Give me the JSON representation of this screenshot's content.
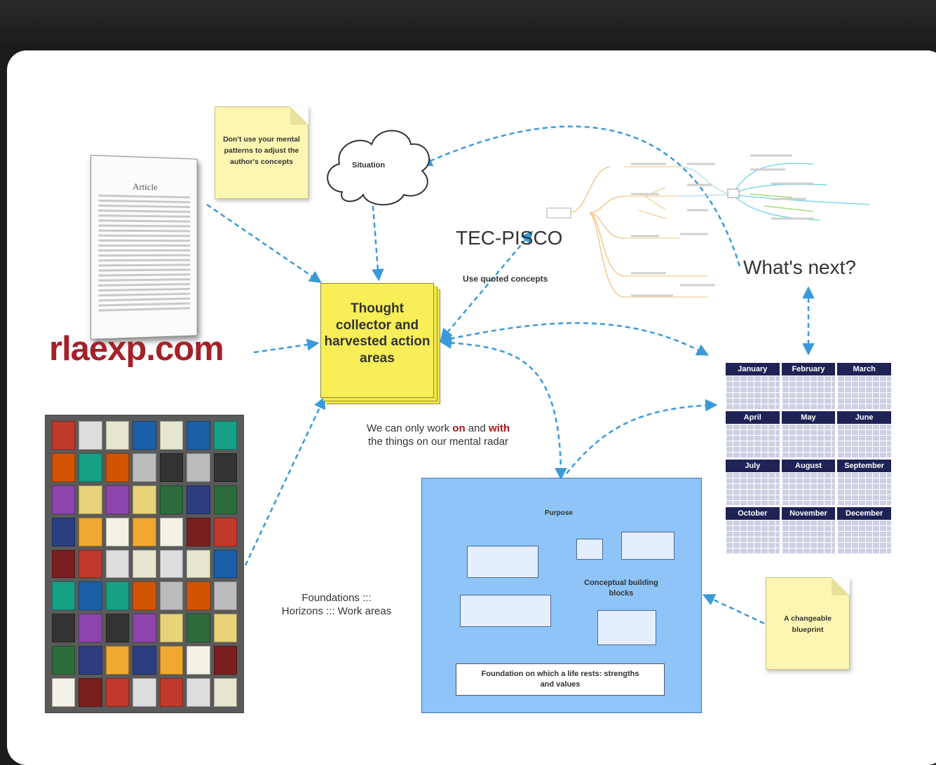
{
  "article": {
    "title": "Article"
  },
  "note_patterns": {
    "text": "Don't use your mental patterns to adjust the author's concepts"
  },
  "situation": {
    "label": "Situation"
  },
  "tec_pisco": {
    "label": "TEC-PISCO"
  },
  "whats_next": {
    "label": "What's next?"
  },
  "use_quoted": {
    "label": "Use quoted concepts"
  },
  "thought_collector": {
    "text": "Thought collector and harvested action areas"
  },
  "brand": {
    "text": "rlaexp.com"
  },
  "radar_caption": {
    "line1_a": "We can only work ",
    "on": "on",
    "line1_b": " and ",
    "with": "with",
    "line2": "the things on our mental radar"
  },
  "foundations_caption": {
    "line1": "Foundations :::",
    "line2": "Horizons ::: Work areas"
  },
  "blueprint": {
    "purpose": "Purpose",
    "conceptual": "Conceptual building blocks",
    "foundation": "Foundation on which a life rests: strengths and values"
  },
  "note_blueprint": {
    "text": "A changeable blueprint"
  },
  "calendar": {
    "months": [
      "January",
      "February",
      "March",
      "April",
      "May",
      "June",
      "July",
      "August",
      "September",
      "October",
      "November",
      "December"
    ]
  },
  "colors": {
    "arrow": "#3a9ad9",
    "brand_red": "#a3222a",
    "thought_yellow": "#f7ee58",
    "note_yellow": "#fdf6b2",
    "blueprint_blue": "#8ec4f7",
    "calendar_header": "#1f2255"
  }
}
